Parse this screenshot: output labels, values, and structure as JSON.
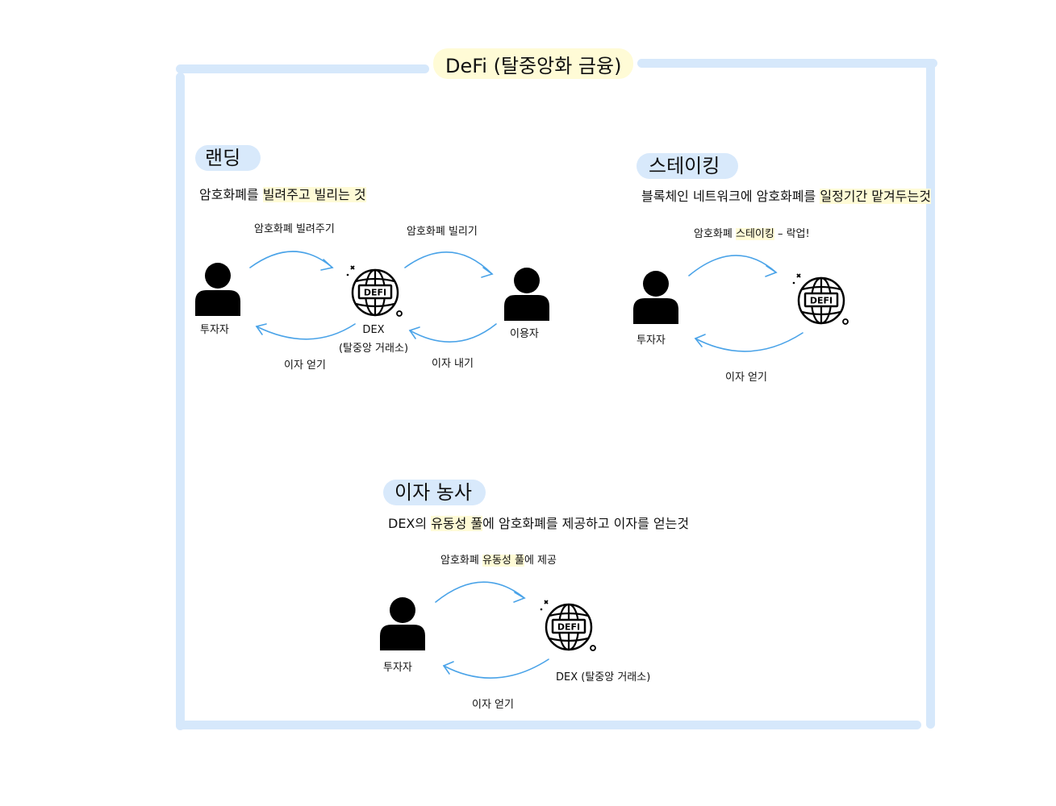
{
  "title": "DeFi (탈중앙화 금융)",
  "colors": {
    "frame": "#d6e8fb",
    "highlight": "#fffbd6",
    "arrow": "#4aa3e8",
    "icon": "#000000"
  },
  "icons": {
    "person": "person-icon",
    "defi": "defi-globe-icon"
  },
  "lending": {
    "heading": "랜딩",
    "desc_pre": "암호화폐를 ",
    "desc_hl": "빌려주고 빌리는 것",
    "arrow_lend": "암호화폐 빌려주기",
    "arrow_borrow": "암호화폐 빌리기",
    "arrow_interest_earn": "이자 얻기",
    "arrow_interest_pay": "이자 내기",
    "investor": "투자자",
    "dex": "DEX",
    "dex_sub": "(탈중앙 거래소)",
    "user": "이용자",
    "defi_text": "DEFI"
  },
  "staking": {
    "heading": "스테이킹",
    "desc_pre": "블록체인 네트워크에 암호화폐를 ",
    "desc_hl": "일정기간 맡겨두는것",
    "arrow_pre": "암호화폐 ",
    "arrow_hl": "스테이킹",
    "arrow_post": " – 락업!",
    "investor": "투자자",
    "interest": "이자 얻기",
    "defi_text": "DEFI"
  },
  "farming": {
    "heading": "이자 농사",
    "desc_pre": "DEX의 ",
    "desc_hl": "유동성 풀",
    "desc_post": "에 암호화폐를 제공하고 이자를 얻는것",
    "arrow_pre": "암호화폐 ",
    "arrow_hl": "유동성 풀",
    "arrow_post": "에 제공",
    "investor": "투자자",
    "interest": "이자 얻기",
    "dex": "DEX (탈중앙 거래소)",
    "defi_text": "DEFI"
  }
}
